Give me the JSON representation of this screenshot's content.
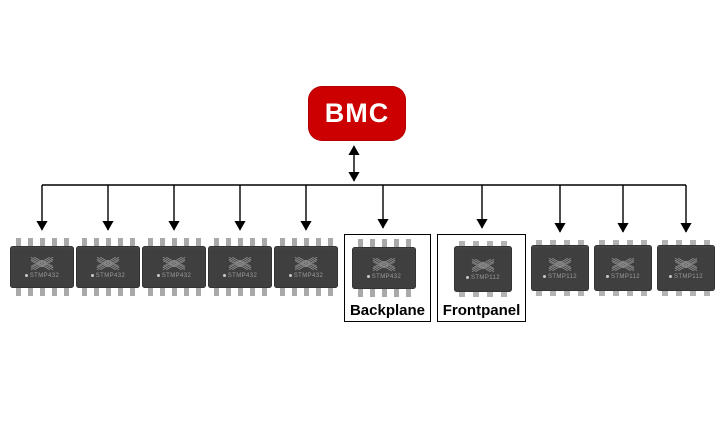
{
  "bmc": {
    "label": "BMC",
    "color": "#cc0000",
    "text_color": "#ffffff"
  },
  "groups": {
    "backplane": {
      "label": "Backplane"
    },
    "frontpanel": {
      "label": "Frontpanel"
    }
  },
  "chips": [
    {
      "label": "STMP432",
      "package": "soic"
    },
    {
      "label": "STMP432",
      "package": "soic"
    },
    {
      "label": "STMP432",
      "package": "soic"
    },
    {
      "label": "STMP432",
      "package": "soic"
    },
    {
      "label": "STMP432",
      "package": "soic"
    },
    {
      "label": "STMP432",
      "package": "soic",
      "group": "Backplane"
    },
    {
      "label": "STMP112",
      "package": "qfn",
      "group": "Frontpanel"
    },
    {
      "label": "STMP112",
      "package": "qfn"
    },
    {
      "label": "STMP112",
      "package": "qfn"
    },
    {
      "label": "STMP112",
      "package": "qfn"
    }
  ],
  "colors": {
    "chip_body": "#3f3f3f",
    "chip_pins": "#aaaaaa",
    "connector_line": "#000000"
  }
}
